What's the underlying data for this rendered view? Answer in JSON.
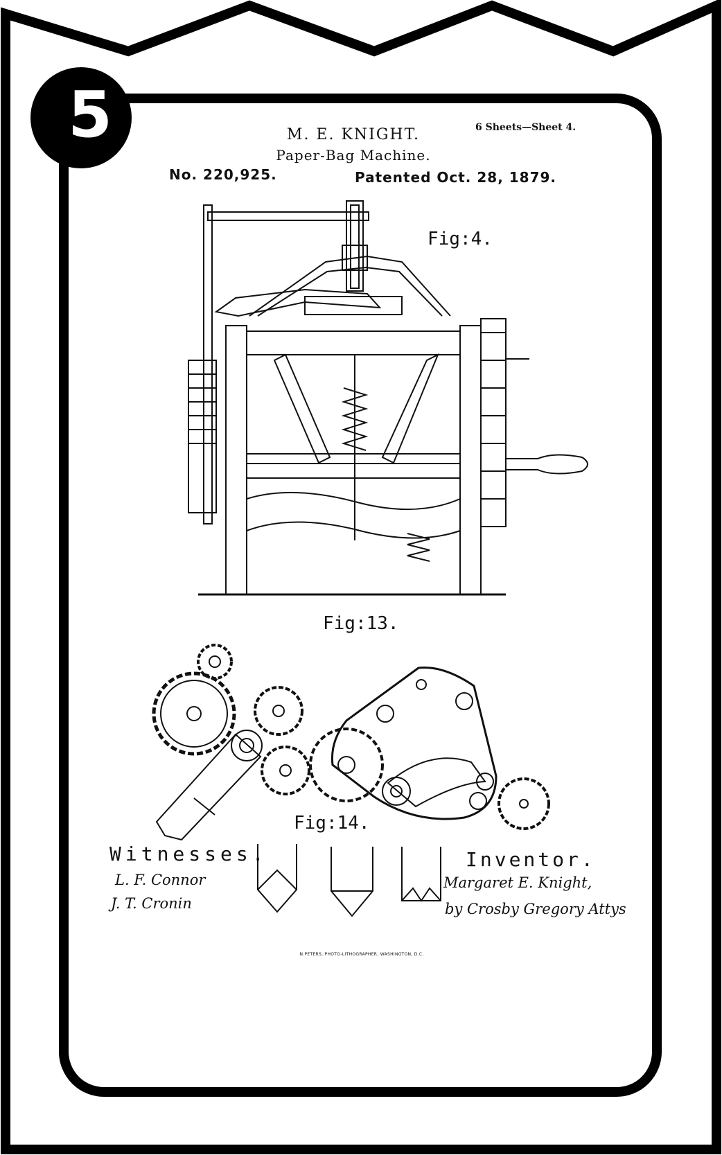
{
  "badge": {
    "number": "5"
  },
  "patent": {
    "inventor_name": "M. E. KNIGHT.",
    "title": "Paper-Bag Machine.",
    "number": "No. 220,925.",
    "patented": "Patented Oct. 28, 1879.",
    "sheets": "6 Sheets—Sheet 4."
  },
  "figures": {
    "fig4": "Fig:4.",
    "fig13": "Fig:13.",
    "fig14": "Fig:14."
  },
  "signatures": {
    "witnesses_label": "Witnesses.",
    "witness1": "L. F. Connor",
    "witness2": "J. T. Cronin",
    "inventor_label": "Inventor.",
    "inventor_sig": "Margaret E. Knight,",
    "attorney_sig": "by Crosby Gregory Attys"
  },
  "footer": {
    "lithographer": "N.PETERS, PHOTO-LITHOGRAPHER, WASHINGTON, D.C."
  },
  "colors": {
    "frame": "#000000",
    "paper": "#ffffff",
    "ink": "#111111"
  }
}
